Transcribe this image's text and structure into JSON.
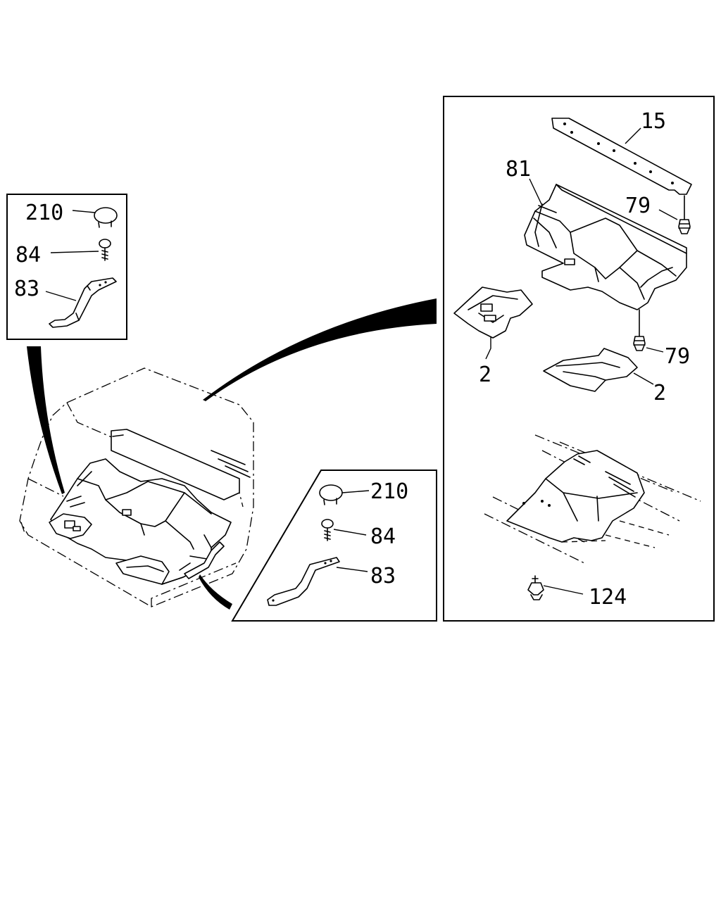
{
  "callouts": {
    "left_box": {
      "p210": "210",
      "p84": "84",
      "p83": "83"
    },
    "bottom_box": {
      "p210": "210",
      "p84": "84",
      "p83": "83"
    },
    "right_box": {
      "p15": "15",
      "p81": "81",
      "p79_top": "79",
      "p79_mid": "79",
      "p2_left": "2",
      "p2_right": "2",
      "p124": "124"
    }
  }
}
